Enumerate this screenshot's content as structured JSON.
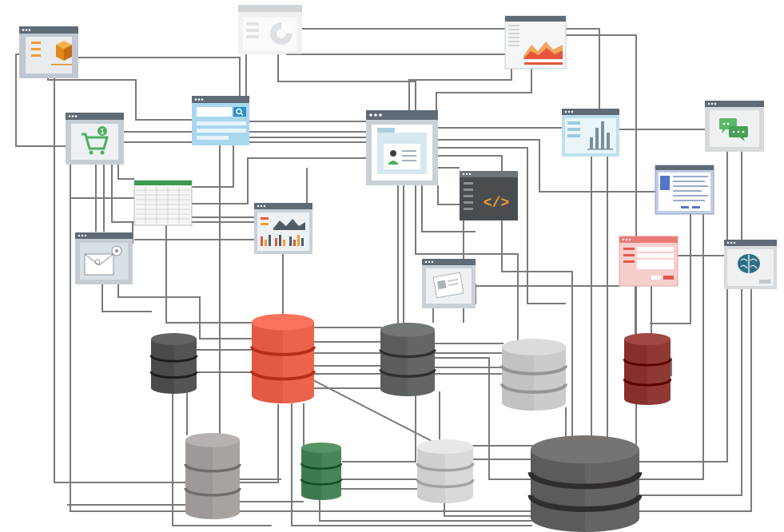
{
  "colors": {
    "connector": "#7a7a7a",
    "window_frame": "#c5cbd1",
    "window_titlebar": "#5f6b76",
    "db_dark_gray": "#4a4a4a",
    "db_red": "#e05a44",
    "db_slate": "#5a5e5a",
    "db_light_gray": "#c2c2c2",
    "db_maroon": "#862f2b",
    "db_taupe": "#9e9996",
    "db_green": "#3e7a4c",
    "db_silver": "#cfcfcf",
    "db_charcoal": "#5e5a58"
  },
  "app_windows": [
    {
      "id": "window-product-box",
      "icon": "product-box-icon",
      "theme": "gray"
    },
    {
      "id": "window-pie-chart",
      "icon": "pie-chart-icon",
      "theme": "faded"
    },
    {
      "id": "window-area-chart-dashboard",
      "icon": "area-chart-icon",
      "theme": "white"
    },
    {
      "id": "window-shopping-cart",
      "icon": "shopping-cart-icon",
      "badge": "1",
      "theme": "gray"
    },
    {
      "id": "window-search-form",
      "icon": "search-icon",
      "theme": "blue"
    },
    {
      "id": "window-user-profile-folder",
      "icon": "folder-user-icon",
      "theme": "gray"
    },
    {
      "id": "window-bar-chart",
      "icon": "bar-chart-icon",
      "theme": "blue"
    },
    {
      "id": "window-chat",
      "icon": "chat-bubbles-icon",
      "theme": "gray"
    },
    {
      "id": "window-spreadsheet",
      "icon": "spreadsheet-icon",
      "theme": "green"
    },
    {
      "id": "window-code-editor",
      "icon": "code-icon",
      "glyph": "</>",
      "theme": "dark"
    },
    {
      "id": "window-document-list",
      "icon": "document-list-icon",
      "theme": "periwinkle"
    },
    {
      "id": "window-analytics",
      "icon": "analytics-icon",
      "theme": "gray"
    },
    {
      "id": "window-email",
      "icon": "email-settings-icon",
      "theme": "gray"
    },
    {
      "id": "window-form",
      "icon": "form-icon",
      "theme": "pink"
    },
    {
      "id": "window-brain",
      "icon": "brain-icon",
      "theme": "gray"
    },
    {
      "id": "window-id-card",
      "icon": "id-card-icon",
      "theme": "gray"
    }
  ],
  "databases": [
    {
      "id": "db-dark-gray",
      "color_key": "db_dark_gray"
    },
    {
      "id": "db-red",
      "color_key": "db_red"
    },
    {
      "id": "db-slate",
      "color_key": "db_slate"
    },
    {
      "id": "db-light-gray",
      "color_key": "db_light_gray"
    },
    {
      "id": "db-maroon",
      "color_key": "db_maroon"
    },
    {
      "id": "db-taupe",
      "color_key": "db_taupe"
    },
    {
      "id": "db-green",
      "color_key": "db_green"
    },
    {
      "id": "db-silver",
      "color_key": "db_silver"
    },
    {
      "id": "db-charcoal",
      "color_key": "db_charcoal"
    }
  ]
}
